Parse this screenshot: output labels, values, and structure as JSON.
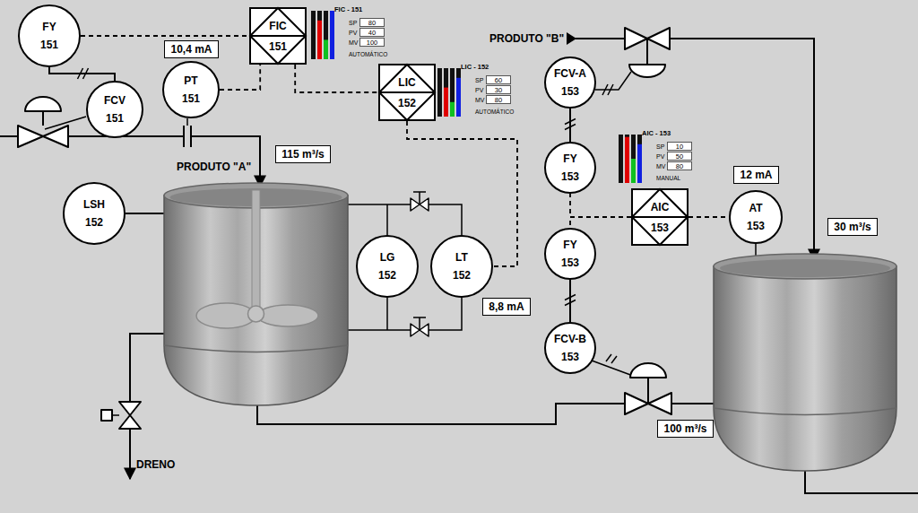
{
  "diagram": {
    "nodes": [
      {
        "text": [
          "FY",
          "151"
        ]
      },
      {
        "text": [
          "FIC",
          "151"
        ]
      },
      {
        "text": [
          "10,4 mA"
        ]
      },
      {
        "text": [
          "PT",
          "151"
        ]
      },
      {
        "text": [
          "FCV",
          "151"
        ]
      },
      {
        "text": [
          "LIC",
          "152"
        ]
      },
      {
        "text": [
          "FCV-A",
          "153"
        ]
      },
      {
        "text": [
          "FY",
          "153"
        ]
      },
      {
        "text": [
          "115 m³/s"
        ]
      },
      {
        "text": [
          "AIC",
          "153"
        ]
      },
      {
        "text": [
          "AT",
          "153"
        ]
      },
      {
        "text": [
          "12 mA"
        ]
      },
      {
        "text": [
          "LSH",
          "152"
        ]
      },
      {
        "text": [
          "30 m³/s"
        ]
      },
      {
        "text": [
          "LG",
          "152"
        ]
      },
      {
        "text": [
          "LT",
          "152"
        ]
      },
      {
        "text": [
          "FY",
          "153"
        ]
      },
      {
        "text": [
          "8,8 mA"
        ]
      },
      {
        "text": [
          "FCV-B",
          "153"
        ]
      },
      {
        "text": [
          "100 m³/s"
        ]
      }
    ],
    "edges": [
      {
        "from": 0,
        "to": 1,
        "arrow": "none"
      },
      {
        "from": 0,
        "to": 4,
        "arrow": "none"
      },
      {
        "from": 3,
        "to": 1,
        "arrow": "none"
      },
      {
        "from": 1,
        "to": 5,
        "arrow": "none"
      },
      {
        "from": 5,
        "to": 15,
        "arrow": "none"
      },
      {
        "from": 6,
        "to": 7,
        "arrow": "none"
      },
      {
        "from": 9,
        "to": 7,
        "arrow": "none"
      },
      {
        "from": 9,
        "to": 16,
        "arrow": "none"
      },
      {
        "from": 16,
        "to": 18,
        "arrow": "none"
      },
      {
        "from": 9,
        "to": 10,
        "arrow": "none"
      }
    ],
    "labels": [
      "FIC - 151",
      "SP",
      "80",
      "PV",
      "40",
      "MV",
      "100",
      "AUTOMÁTICO",
      "LIC - 152",
      "SP",
      "60",
      "PV",
      "30",
      "MV",
      "80",
      "AUTOMÁTICO",
      "PRODUTO \"B\"",
      "PRODUTO \"A\"",
      "AIC - 153",
      "SP",
      "10",
      "PV",
      "50",
      "MV",
      "80",
      "MANUAL",
      "DRENO"
    ]
  }
}
